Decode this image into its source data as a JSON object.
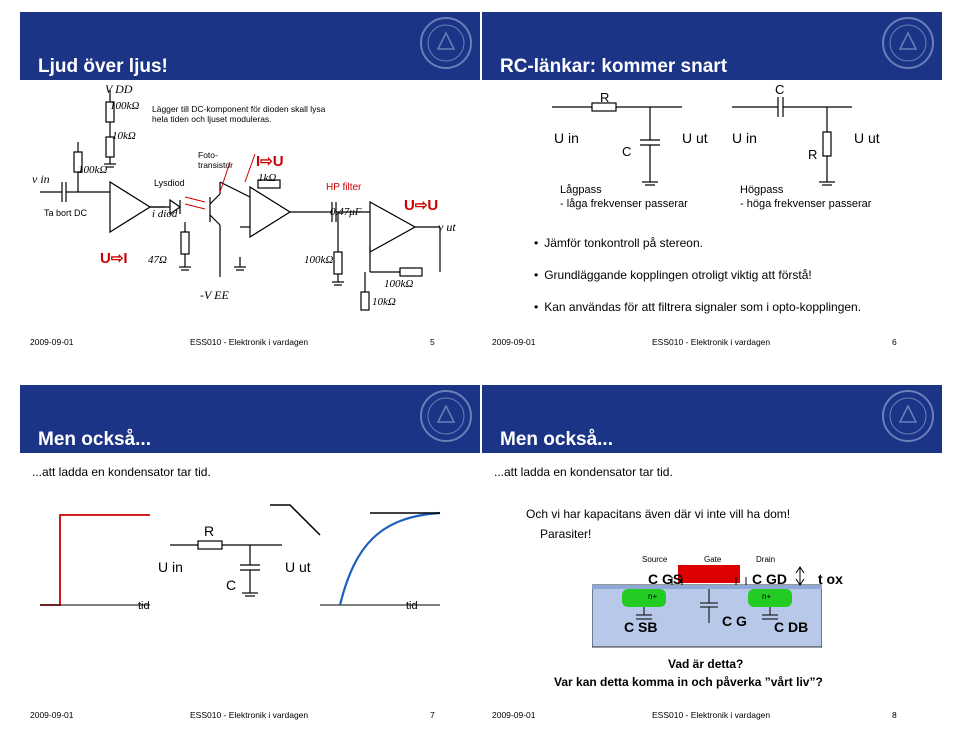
{
  "colors": {
    "header": "#1b3486",
    "red_label": "#cc0000",
    "curve_blue": "#1f5fbf",
    "green_region": "#22cc22",
    "gate_red": "#dd0000",
    "substrate": "#b8c8e8"
  },
  "footer": {
    "date": "2009-09-01",
    "course": "ESS010 - Elektronik i vardagen"
  },
  "slide5": {
    "title": "Ljud över ljus!",
    "page": "5",
    "labels": {
      "vdd": "V DD",
      "r100k_top": "100kΩ",
      "note": "Lägger till DC-komponent för dioden skall lysa hela tiden och ljuset moduleras.",
      "r10k_left": "10kΩ",
      "vin": "v in",
      "r100k_in": "100kΩ",
      "ta_bort_dc": "Ta bort DC",
      "lysdiod": "Lysdiod",
      "idiod": "i diod",
      "foto": "Foto-transistor",
      "iu": "I⇨U",
      "r1k": "1kΩ",
      "hp": "HP filter",
      "cap": "0.47μF",
      "uu": "U⇨U",
      "vut": "v ut",
      "ui": "U⇨I",
      "r47": "47Ω",
      "vee": "-V EE",
      "r100k_mid": "100kΩ",
      "r100k_fb": "100kΩ",
      "r10k_bot": "10kΩ"
    }
  },
  "slide6": {
    "title": "RC-länkar: kommer snart",
    "page": "6",
    "labels": {
      "r": "R",
      "c_left": "C",
      "uin": "U in",
      "uut": "U ut",
      "c_top": "C",
      "r_right": "R",
      "uin2": "U in",
      "uut2": "U ut"
    },
    "lagpass": "Lågpass",
    "lagpass_desc": "- låga frekvenser passerar",
    "hogpass": "Högpass",
    "hogpass_desc": "- höga frekvenser passerar",
    "bullets": [
      "Jämför tonkontroll på stereon.",
      "Grundläggande kopplingen otroligt viktig att förstå!",
      "Kan användas för att filtrera signaler som i opto-kopplingen."
    ]
  },
  "slide7": {
    "title": "Men också...",
    "page": "7",
    "subtitle": "...att ladda en kondensator tar tid.",
    "labels": {
      "r": "R",
      "uin": "U in",
      "c": "C",
      "uut": "U ut",
      "tid_left": "tid",
      "tid_right": "tid"
    }
  },
  "slide8": {
    "title": "Men också...",
    "page": "8",
    "subtitle": "...att ladda en kondensator tar tid.",
    "line1": "Och vi har kapacitans även där vi inte vill ha dom!",
    "line2": "Parasiter!",
    "labels": {
      "source": "Source",
      "gate": "Gate",
      "drain": "Drain",
      "cgs": "C GS",
      "cgd": "C GD",
      "tox": "t ox",
      "n1": "n+",
      "n2": "n+",
      "csb": "C SB",
      "cg": "C G",
      "cdb": "C DB"
    },
    "question1": "Vad är detta?",
    "question2": "Var kan detta komma in och påverka ”vårt liv”?"
  }
}
